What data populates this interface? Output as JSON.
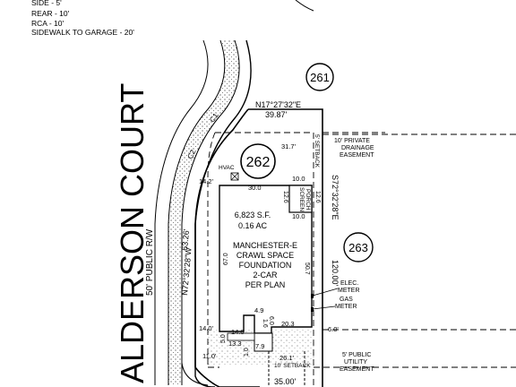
{
  "setbacks_note": {
    "side": "SIDE - 5'",
    "rear": "REAR - 10'",
    "rca": "RCA - 10'",
    "sidewalk": "SIDEWALK TO GARAGE - 20'"
  },
  "street": {
    "name": "ALDERSON COURT",
    "row": "50' PUBLIC R/W",
    "curve_label_1": "C1",
    "curve_label_2": "C2"
  },
  "lots": {
    "current": "262",
    "rear_neighbor": "261",
    "side_neighbor": "263"
  },
  "bearings": {
    "north": "N17°27'32\"E",
    "north_dist": "39.87'",
    "east": "S72°32'28\"E",
    "east_dist": "120.00'",
    "west": "N72°32'28\"W",
    "west_dist": "63.26'",
    "south_dist": "35.00'"
  },
  "easements": {
    "drainage_l1": "10' PRIVATE",
    "drainage_l2": "DRAINAGE",
    "drainage_l3": "EASEMENT",
    "utility_l1": "5' PUBLIC",
    "utility_l2": "UTILITY",
    "utility_l3": "EASEMENT",
    "side_setback": "5' SETBACK",
    "front_setback": "10' SETBACK"
  },
  "utilities": {
    "hvac": "HVAC",
    "elec_l1": "ELEC.",
    "elec_l2": "METER",
    "gas_l1": "GAS",
    "gas_l2": "METER"
  },
  "house": {
    "area_sf": "6,823 S.F.",
    "area_ac": "0.16 AC",
    "model": "MANCHESTER-E",
    "foundation_l1": "CRAWL SPACE",
    "foundation_l2": "FOUNDATION",
    "garage": "2-CAR",
    "per_plan": "PER PLAN",
    "porch_l1": "SCREEN",
    "porch_l2": "PORCH"
  },
  "dimensions": {
    "rear_setback": "31.7'",
    "house_top_width": "30.0",
    "porch_width_top": "10.0",
    "porch_width_bottom": "10.0",
    "porch_depth_left": "12.6",
    "porch_depth_right": "12.6",
    "house_left_depth": "67.0",
    "house_right_depth": "50.7",
    "left_offset_top": "14.2'",
    "left_offset_bottom": "14.0'",
    "right_offset": "6.0'",
    "garage_width": "20.3",
    "step_14_8": "14.8",
    "step_4_9": "4.9",
    "step_1_6": "1.6",
    "step_6_0": "6.0",
    "step_5_0": "5.0",
    "step_13_3": "13.3",
    "step_7_9": "7.9",
    "step_1_0": "1.0",
    "front_11": "11.0'",
    "front_26": "26.1'"
  }
}
